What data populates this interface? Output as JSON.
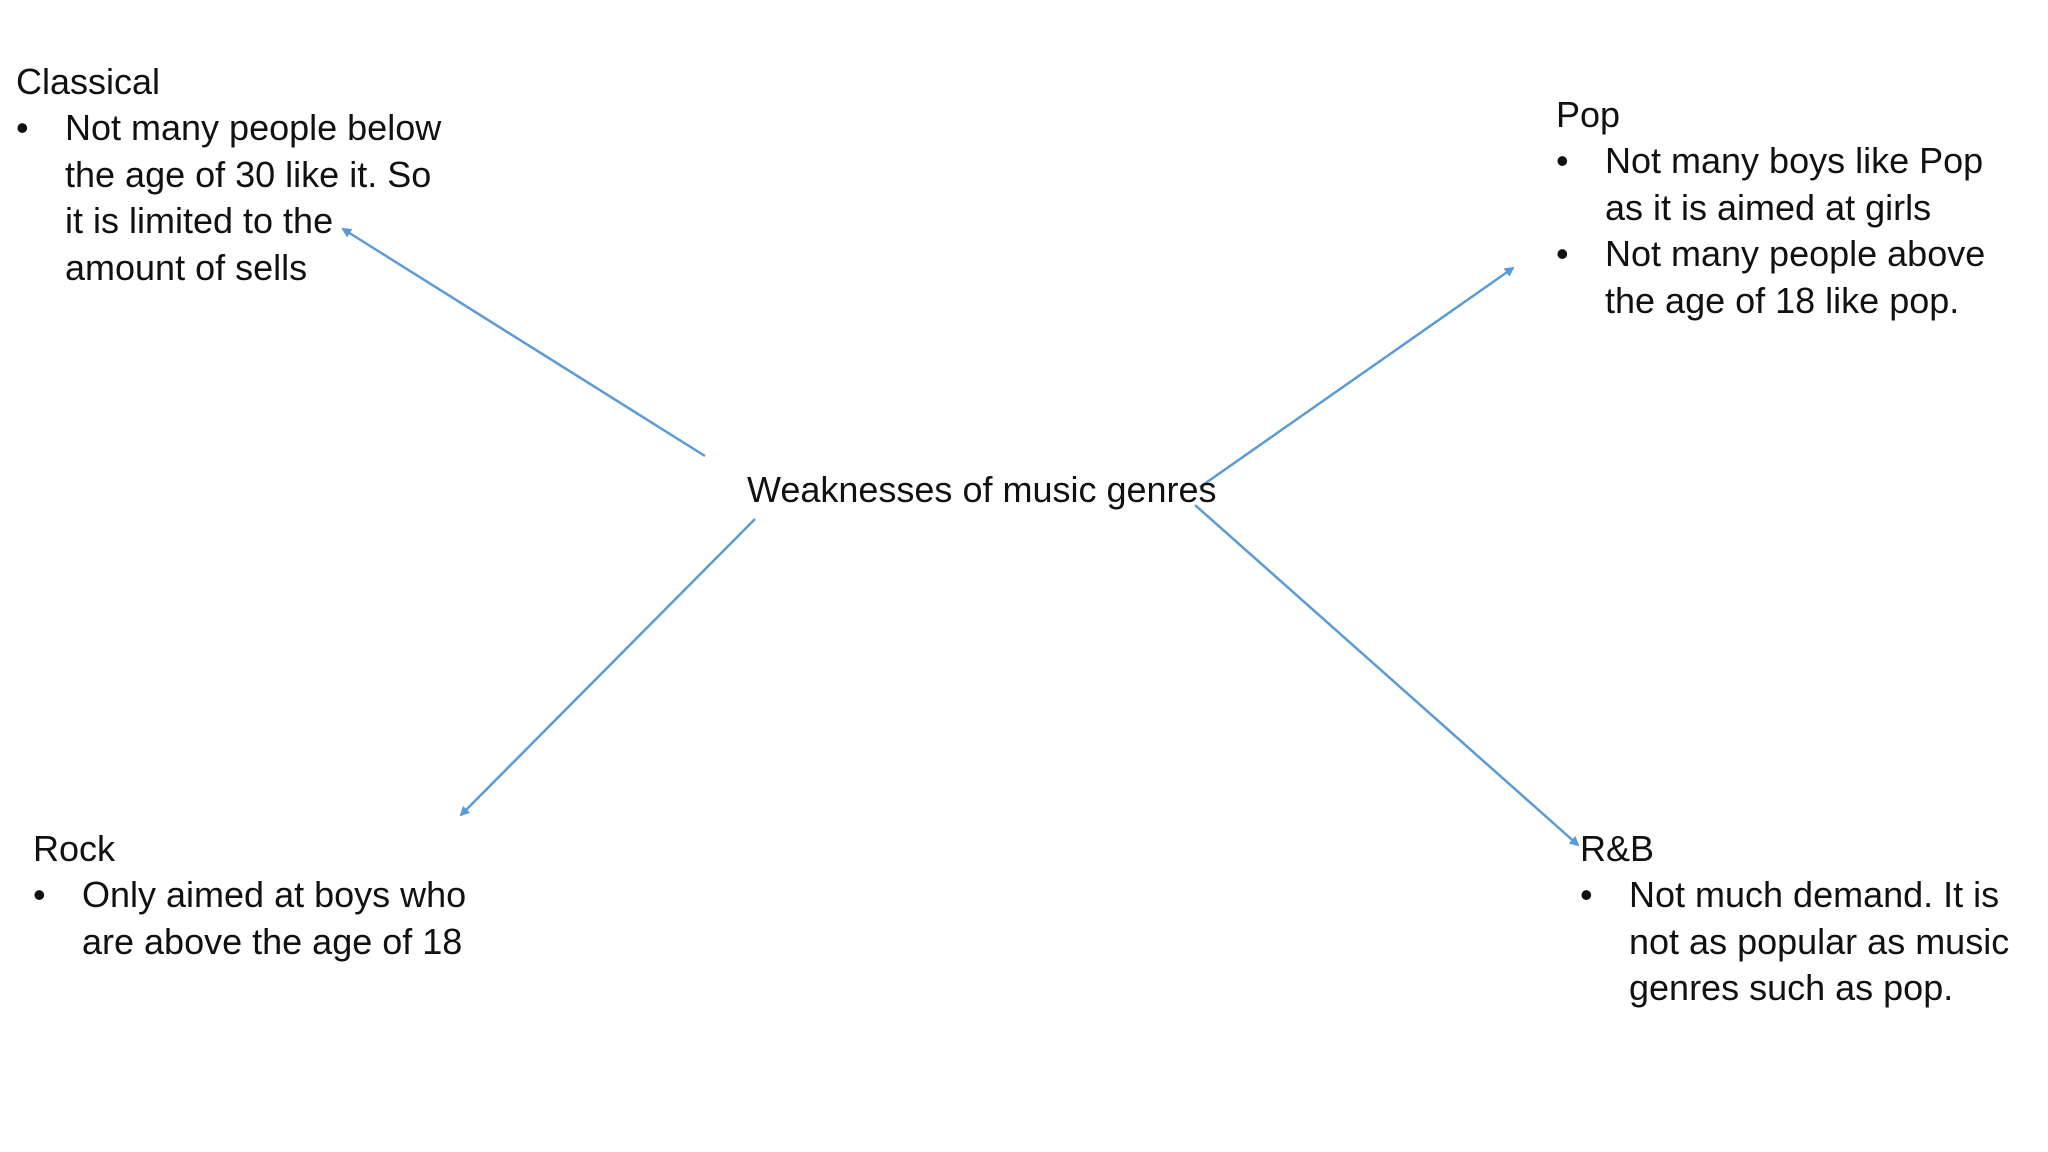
{
  "diagram": {
    "center": {
      "label": "Weaknesses of music genres"
    },
    "genres": [
      {
        "id": "classical",
        "title": "Classical",
        "bullets": [
          "Not many people below the age of 30 like it. So it is limited to the amount of sells"
        ]
      },
      {
        "id": "pop",
        "title": "Pop",
        "bullets": [
          "Not many boys like Pop as it is aimed at girls",
          "Not many people above the age of 18 like pop."
        ]
      },
      {
        "id": "rock",
        "title": "Rock",
        "bullets": [
          "Only aimed at boys who are above the age of 18"
        ]
      },
      {
        "id": "rnb",
        "title": "R&B",
        "bullets": [
          "Not much demand. It is not as popular as music genres such as pop."
        ]
      }
    ],
    "bullet_glyph": "•",
    "arrow_color": "#5B9BD5"
  }
}
